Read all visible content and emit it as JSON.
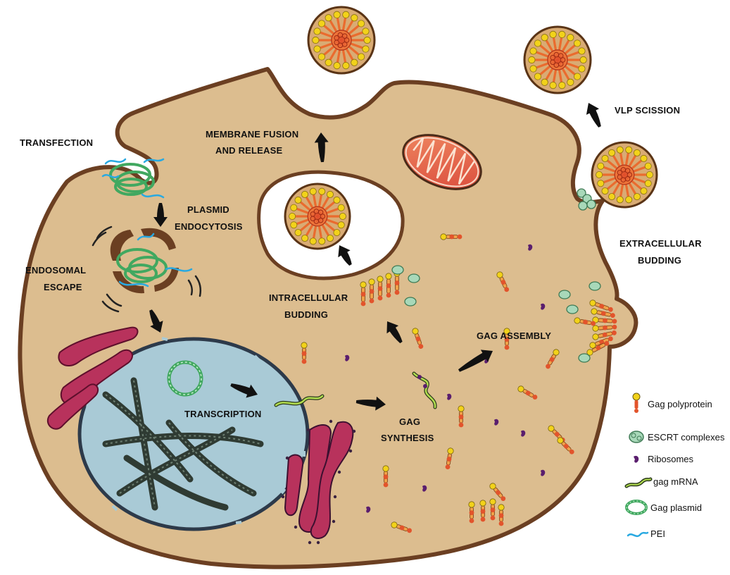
{
  "labels": {
    "transfection": "TRANSFECTION",
    "plasmid_endocytosis": [
      "PLASMID",
      "ENDOCYTOSIS"
    ],
    "endosomal_escape": [
      "ENDOSOMAL",
      "ESCAPE"
    ],
    "membrane_fusion": [
      "MEMBRANE FUSION",
      "AND RELEASE"
    ],
    "intracellular_budding": [
      "INTRACELLULAR",
      "BUDDING"
    ],
    "vlp_scission": "VLP SCISSION",
    "extracellular_budding": [
      "EXTRACELLULAR",
      "BUDDING"
    ],
    "gag_assembly": "GAG ASSEMBLY",
    "transcription": "TRANSCRIPTION",
    "gag_synthesis": [
      "GAG",
      "SYNTHESIS"
    ]
  },
  "legend": {
    "items": [
      {
        "icon": "gag-polyprotein-icon",
        "label": "Gag polyprotein"
      },
      {
        "icon": "escrt-complex-icon",
        "label": "ESCRT complexes"
      },
      {
        "icon": "ribosome-icon",
        "label": "Ribosomes"
      },
      {
        "icon": "gag-mrna-icon",
        "label": "gag mRNA"
      },
      {
        "icon": "gag-plasmid-icon",
        "label": "Gag plasmid"
      },
      {
        "icon": "pei-icon",
        "label": "PEI"
      }
    ]
  },
  "colors": {
    "cytoplasm": "#dcbd8f",
    "membrane": "#6b3f22",
    "nucleus": "#a9cad6",
    "golgi": "#b8325c",
    "mitochondria": "#e76b4c",
    "gag_head": "#f2d21a",
    "gag_tail": "#e2542c",
    "escrt": "#a8d8b9",
    "ribosome": "#5a1e6e",
    "pei": "#29a9e1",
    "plasmid": "#41a860"
  }
}
